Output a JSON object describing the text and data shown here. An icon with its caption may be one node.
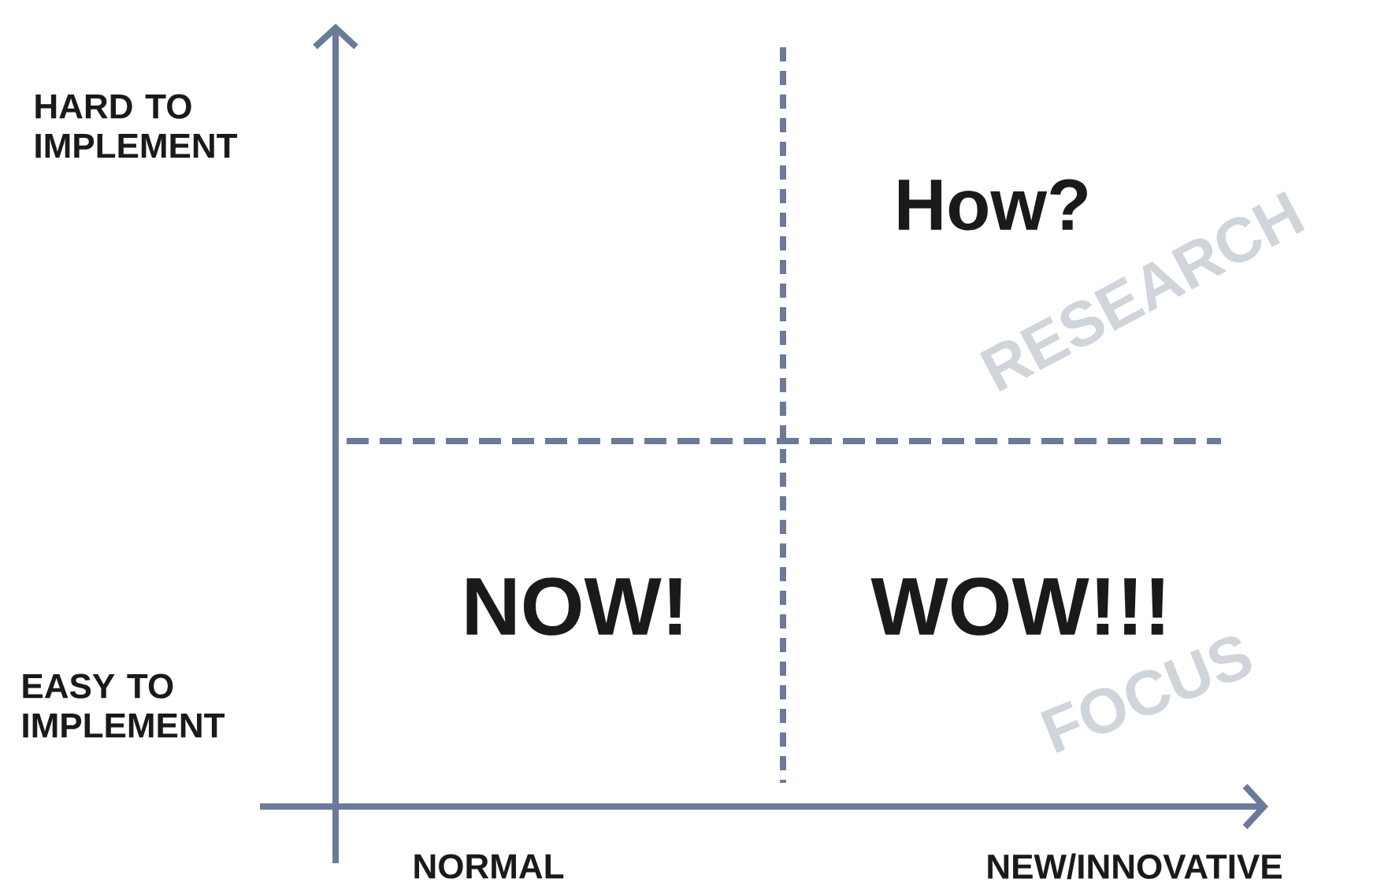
{
  "diagram": {
    "labels": [
      "HARD TO IMPLEMENT",
      "How?",
      "RESEARCH",
      "NOW!",
      "WOW!!!",
      "EASY TO IMPLEMENT",
      "FOCUS",
      "NORMAL",
      "NEW/INNOVATIVE"
    ]
  }
}
